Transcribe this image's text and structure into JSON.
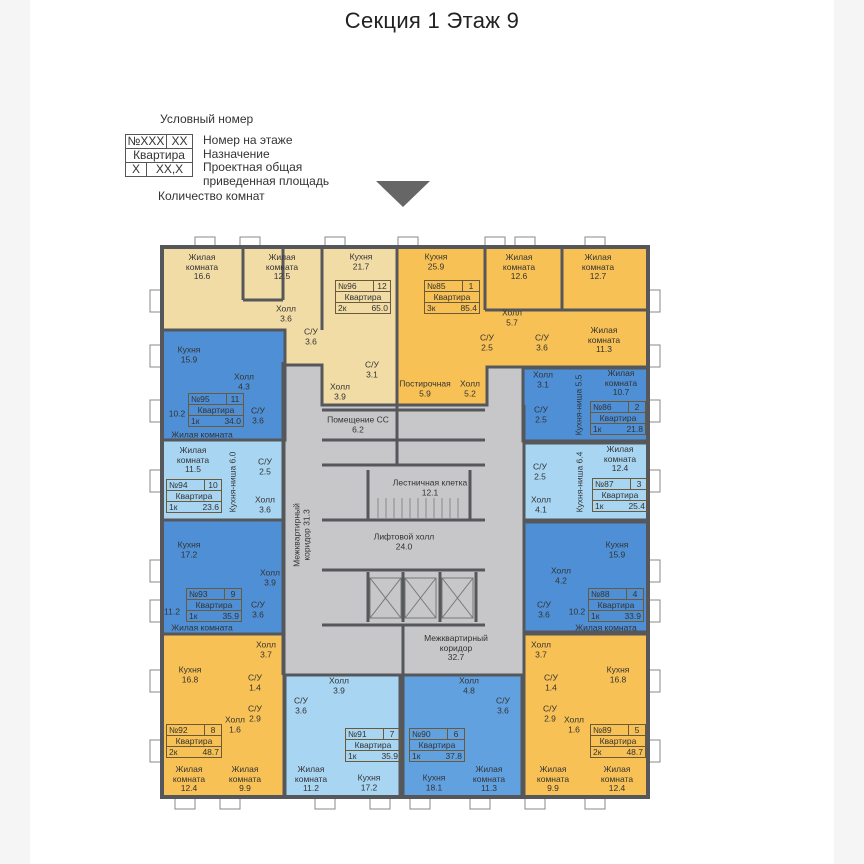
{
  "title": "Секция 1 Этаж 9",
  "legend": {
    "conditional_number": "Условный номер",
    "num_sample": "№XXX",
    "floor_sample": "XX",
    "floor_label": "Номер на этаже",
    "kind_sample": "Квартира",
    "kind_label": "Назначение",
    "rooms_sample": "X",
    "area_sample": "XX,X",
    "area_label_1": "Проектная общая",
    "area_label_2": "приведенная площадь",
    "rooms_label": "Количество комнат"
  },
  "colors": {
    "beige": "#f1dca6",
    "orange": "#f8c155",
    "blue": "#4f8fd5",
    "mid_blue": "#62a1e0",
    "light_blue": "#a8d5f2",
    "corridor": "#c7c7c9",
    "wall": "#56575b"
  },
  "apartments": [
    {
      "no": "№96",
      "floor_no": "12",
      "kind": "Квартира",
      "rooms": "2к",
      "area": "65.0",
      "color": "beige"
    },
    {
      "no": "№85",
      "floor_no": "1",
      "kind": "Квартира",
      "rooms": "3к",
      "area": "85.4",
      "color": "orange"
    },
    {
      "no": "№95",
      "floor_no": "11",
      "kind": "Квартира",
      "rooms": "1к",
      "area": "34.0",
      "color": "blue"
    },
    {
      "no": "№94",
      "floor_no": "10",
      "kind": "Квартира",
      "rooms": "1к",
      "area": "23.6",
      "color": "light_blue"
    },
    {
      "no": "№93",
      "floor_no": "9",
      "kind": "Квартира",
      "rooms": "1к",
      "area": "35.9",
      "color": "blue"
    },
    {
      "no": "№92",
      "floor_no": "8",
      "kind": "Квартира",
      "rooms": "2к",
      "area": "48.7",
      "color": "orange"
    },
    {
      "no": "№91",
      "floor_no": "7",
      "kind": "Квартира",
      "rooms": "1к",
      "area": "35.9",
      "color": "light_blue"
    },
    {
      "no": "№90",
      "floor_no": "6",
      "kind": "Квартира",
      "rooms": "1к",
      "area": "37.8",
      "color": "mid_blue"
    },
    {
      "no": "№89",
      "floor_no": "5",
      "kind": "Квартира",
      "rooms": "2к",
      "area": "48.7",
      "color": "orange"
    },
    {
      "no": "№88",
      "floor_no": "4",
      "kind": "Квартира",
      "rooms": "1к",
      "area": "33.9",
      "color": "blue"
    },
    {
      "no": "№87",
      "floor_no": "3",
      "kind": "Квартира",
      "rooms": "1к",
      "area": "25.4",
      "color": "light_blue"
    },
    {
      "no": "№86",
      "floor_no": "2",
      "kind": "Квартира",
      "rooms": "1к",
      "area": "21.8",
      "color": "blue"
    }
  ],
  "rooms": [
    {
      "name": "Жилая\nкомната",
      "area": "16.6"
    },
    {
      "name": "Жилая\nкомната",
      "area": "12.5"
    },
    {
      "name": "Кухня",
      "area": "21.7"
    },
    {
      "name": "Холл",
      "area": "3.6"
    },
    {
      "name": "С/У",
      "area": "3.6"
    },
    {
      "name": "С/У",
      "area": "3.1"
    },
    {
      "name": "Холл",
      "area": "3.9"
    },
    {
      "name": "Кухня",
      "area": "25.9"
    },
    {
      "name": "Жилая\nкомната",
      "area": "12.6"
    },
    {
      "name": "Жилая\nкомната",
      "area": "12.7"
    },
    {
      "name": "Холл",
      "area": "5.7"
    },
    {
      "name": "С/У",
      "area": "2.5"
    },
    {
      "name": "С/У",
      "area": "3.6"
    },
    {
      "name": "Жилая\nкомната",
      "area": "11.3"
    },
    {
      "name": "Постирочная",
      "area": "5.9"
    },
    {
      "name": "Холл",
      "area": "5.2"
    },
    {
      "name": "Кухня",
      "area": "15.9"
    },
    {
      "name": "Холл",
      "area": "4.3"
    },
    {
      "name": "Жилая комната",
      "area": "10.2"
    },
    {
      "name": "С/У",
      "area": "3.6"
    },
    {
      "name": "Жилая\nкомната",
      "area": "11.5"
    },
    {
      "name": "Кухня-ниша",
      "area": "6.0"
    },
    {
      "name": "С/У",
      "area": "2.5"
    },
    {
      "name": "Холл",
      "area": "3.6"
    },
    {
      "name": "Кухня",
      "area": "17.2"
    },
    {
      "name": "Холл",
      "area": "3.9"
    },
    {
      "name": "Жилая комната",
      "area": "11.2"
    },
    {
      "name": "С/У",
      "area": "3.6"
    },
    {
      "name": "Холл",
      "area": "3.7"
    },
    {
      "name": "Кухня",
      "area": "16.8"
    },
    {
      "name": "С/У",
      "area": "1.4"
    },
    {
      "name": "С/У",
      "area": "2.9"
    },
    {
      "name": "Холл",
      "area": "1.6"
    },
    {
      "name": "Жилая\nкомната",
      "area": "12.4"
    },
    {
      "name": "Жилая\nкомната",
      "area": "9.9"
    },
    {
      "name": "Холл",
      "area": "3.9"
    },
    {
      "name": "С/У",
      "area": "3.6"
    },
    {
      "name": "Жилая\nкомната",
      "area": "11.2"
    },
    {
      "name": "Кухня",
      "area": "17.2"
    },
    {
      "name": "Холл",
      "area": "4.8"
    },
    {
      "name": "С/У",
      "area": "3.6"
    },
    {
      "name": "Кухня",
      "area": "18.1"
    },
    {
      "name": "Жилая\nкомната",
      "area": "11.3"
    },
    {
      "name": "Холл",
      "area": "3.7"
    },
    {
      "name": "Кухня",
      "area": "16.8"
    },
    {
      "name": "С/У",
      "area": "1.4"
    },
    {
      "name": "С/У",
      "area": "2.9"
    },
    {
      "name": "Холл",
      "area": "1.6"
    },
    {
      "name": "Жилая\nкомната",
      "area": "9.9"
    },
    {
      "name": "Жилая\nкомната",
      "area": "12.4"
    },
    {
      "name": "Кухня",
      "area": "15.9"
    },
    {
      "name": "Холл",
      "area": "4.2"
    },
    {
      "name": "С/У",
      "area": "3.6"
    },
    {
      "name": "Жилая комната",
      "area": "10.2"
    },
    {
      "name": "С/У",
      "area": "2.5"
    },
    {
      "name": "Холл",
      "area": "4.1"
    },
    {
      "name": "Кухня-ниша",
      "area": "6.4"
    },
    {
      "name": "Жилая\nкомната",
      "area": "12.4"
    },
    {
      "name": "Холл",
      "area": "3.1"
    },
    {
      "name": "С/У",
      "area": "2.5"
    },
    {
      "name": "Кухня-ниша",
      "area": "5.5"
    },
    {
      "name": "Жилая\nкомната",
      "area": "10.7"
    },
    {
      "name": "Помещение СС",
      "area": "6.2"
    },
    {
      "name": "Лестничная клетка",
      "area": "12.1"
    },
    {
      "name": "Лифтовой холл",
      "area": "24.0"
    },
    {
      "name": "Межквартирный\nкоридор",
      "area": "31.3"
    },
    {
      "name": "Межквартирный\nкоридор",
      "area": "32.7"
    }
  ]
}
